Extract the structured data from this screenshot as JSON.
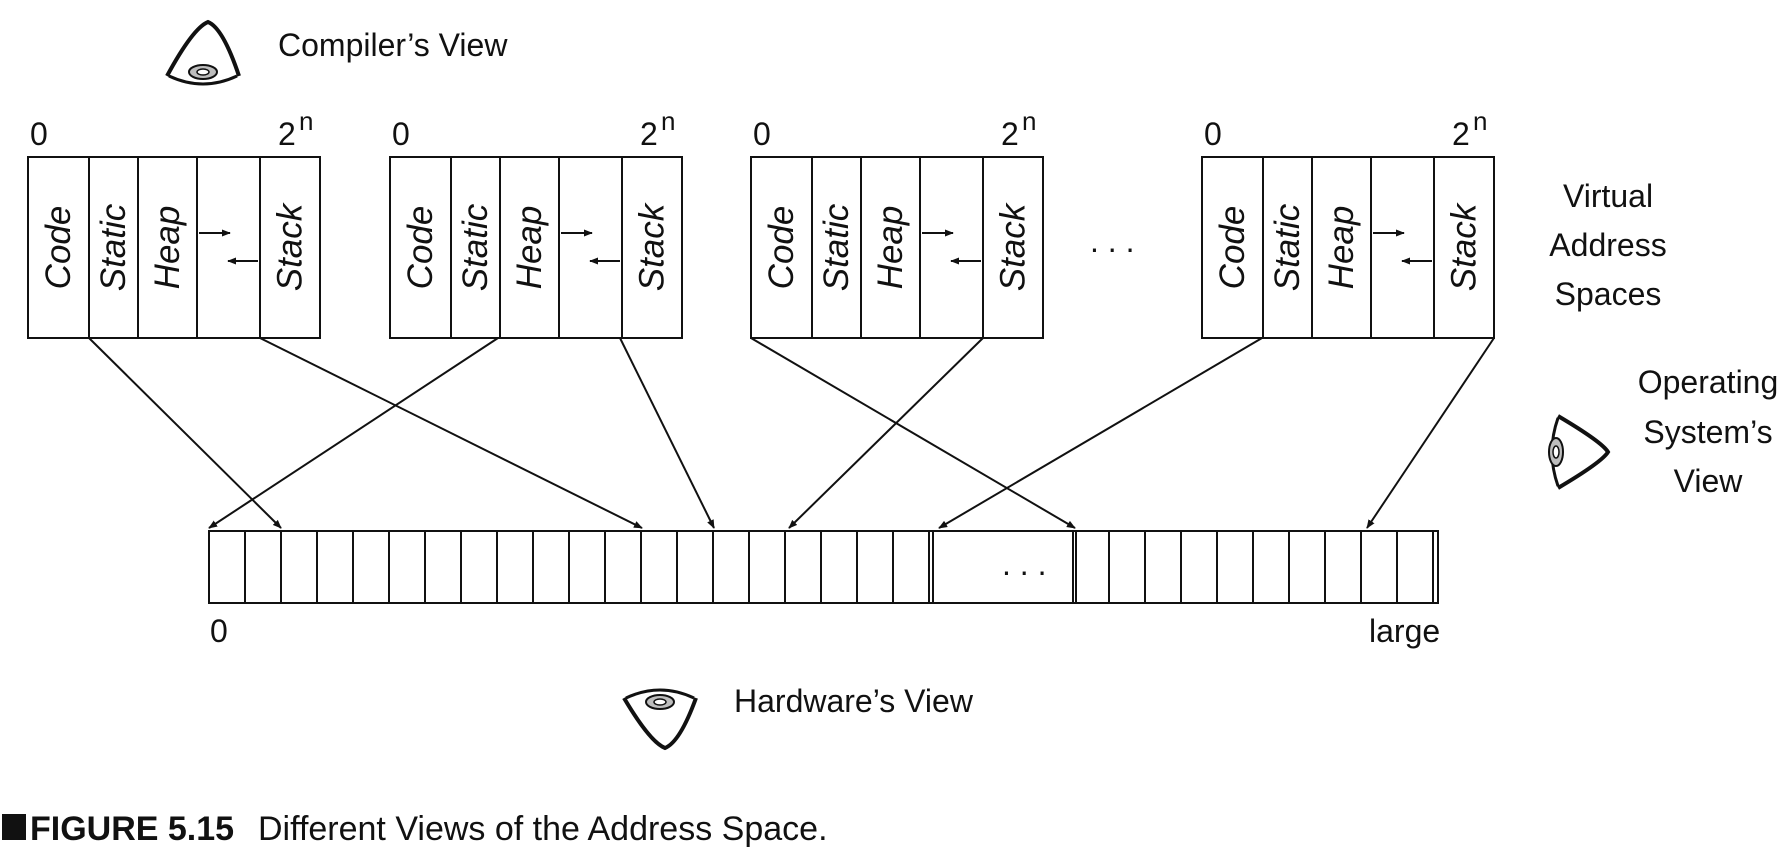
{
  "views": {
    "compiler": "Compiler’s View",
    "hardware": "Hardware’s View",
    "os_lines": [
      "Operating",
      "System’s",
      "View"
    ],
    "virtual_lines": [
      "Virtual",
      "Address",
      "Spaces"
    ]
  },
  "address_space": {
    "start": "0",
    "end_base": "2",
    "end_exp": "n",
    "segments": [
      "Code",
      "Static",
      "Heap",
      "Stack"
    ],
    "ellipsis": ". . ."
  },
  "physical": {
    "start": "0",
    "end": "large",
    "ellipsis": ". . ."
  },
  "caption": {
    "label": "FIGURE 5.15",
    "text": "Different Views of the Address Space."
  },
  "icons": {
    "compiler_eye": "eye-icon",
    "os_eye": "eye-icon",
    "hardware_eye": "eye-icon",
    "caption_square": "square-icon"
  },
  "colors": {
    "ink": "#111111",
    "iris": "#bdbdbd"
  }
}
